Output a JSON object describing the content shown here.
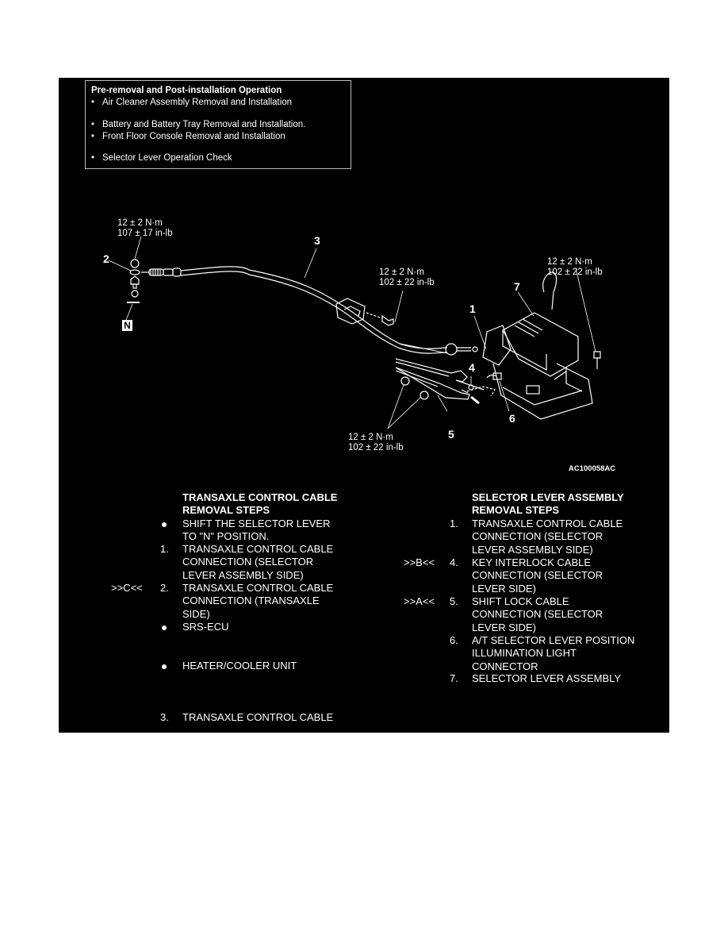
{
  "info_box": {
    "title": "Pre-removal and Post-installation Operation",
    "items": [
      "Air Cleaner Assembly Removal and Installation",
      "Battery and Battery Tray Removal and Installation.",
      "Front Floor Console Removal and Installation",
      "Selector Lever Operation Check"
    ],
    "bullet": "•"
  },
  "diagram": {
    "torque_transaxle": {
      "nm": "12 ± 2 N·m",
      "inlb": "107 ± 17 in-lb"
    },
    "torque_bracket": {
      "nm": "12 ± 2 N·m",
      "inlb": "102 ± 22 in-lb"
    },
    "torque_lever": {
      "nm": "12 ± 2 N·m",
      "inlb": "102 ± 22 in-lb"
    },
    "torque_lower": {
      "nm": "12 ± 2 N·m",
      "inlb": "102 ± 22 in-lb"
    },
    "callouts": [
      "1",
      "2",
      "3",
      "4",
      "5",
      "6",
      "7"
    ],
    "n_marker": "N",
    "figure_code": "AC100058AC"
  },
  "transaxle_steps": {
    "heading_line1": "TRANSAXLE CONTROL CABLE",
    "heading_line2": "REMOVAL STEPS",
    "rows": [
      {
        "ref": "",
        "mark": "•",
        "lines": [
          "SHIFT THE SELECTOR LEVER",
          "TO \"N\" POSITION."
        ]
      },
      {
        "ref": "",
        "mark": "1.",
        "lines": [
          "TRANSAXLE CONTROL CABLE",
          "CONNECTION (SELECTOR",
          "LEVER ASSEMBLY SIDE)"
        ]
      },
      {
        "ref": ">>C<<",
        "mark": "2.",
        "lines": [
          "TRANSAXLE CONTROL CABLE",
          "CONNECTION (TRANSAXLE",
          "SIDE)"
        ]
      },
      {
        "ref": "",
        "mark": "•",
        "lines": [
          "SRS-ECU"
        ]
      },
      {
        "ref": "",
        "mark": "•",
        "lines": [
          "HEATER/COOLER UNIT"
        ]
      },
      {
        "ref": "",
        "mark": "3.",
        "lines": [
          "TRANSAXLE CONTROL CABLE"
        ]
      }
    ]
  },
  "selector_steps": {
    "heading_line1": "SELECTOR LEVER ASSEMBLY",
    "heading_line2": "REMOVAL STEPS",
    "rows": [
      {
        "ref": "",
        "mark": "1.",
        "lines": [
          "TRANSAXLE CONTROL CABLE",
          "CONNECTION (SELECTOR",
          "LEVER ASSEMBLY SIDE)"
        ]
      },
      {
        "ref": ">>B<<",
        "mark": "4.",
        "lines": [
          "KEY INTERLOCK CABLE",
          "CONNECTION (SELECTOR",
          "LEVER SIDE)"
        ]
      },
      {
        "ref": ">>A<<",
        "mark": "5.",
        "lines": [
          "SHIFT LOCK CABLE",
          "CONNECTION (SELECTOR",
          "LEVER SIDE)"
        ]
      },
      {
        "ref": "",
        "mark": "6.",
        "lines": [
          "A/T SELECTOR LEVER POSITION",
          "ILLUMINATION LIGHT",
          "CONNECTOR"
        ]
      },
      {
        "ref": "",
        "mark": "7.",
        "lines": [
          "SELECTOR LEVER ASSEMBLY"
        ]
      }
    ]
  }
}
